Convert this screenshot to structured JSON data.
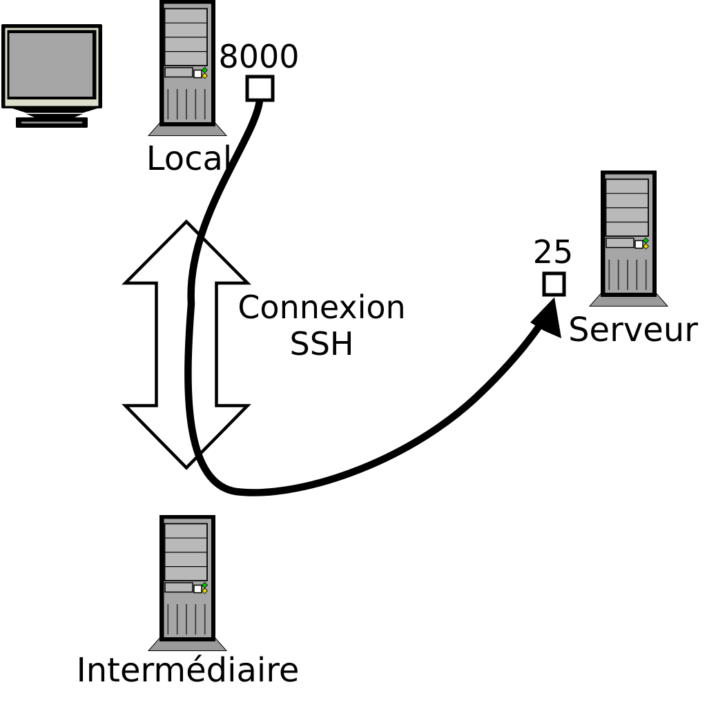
{
  "nodes": {
    "local": {
      "label": "Local",
      "port": "8000"
    },
    "intermediate": {
      "label": "Intermédiaire"
    },
    "server": {
      "label": "Serveur",
      "port": "25"
    }
  },
  "connection": {
    "line1": "Connexion",
    "line2": "SSH"
  },
  "colors": {
    "line_black": "#000000",
    "tower_body_gray": "#a6a6a6",
    "tower_bay_gray": "#b9b9b9",
    "pedestal_gray": "#9a9a9a",
    "led_green": "#00c400",
    "led_yellow": "#e6d800",
    "screen_gray": "#a6a6a6",
    "monitor_strip_cream": "#dedecd",
    "background": "#ffffff"
  }
}
